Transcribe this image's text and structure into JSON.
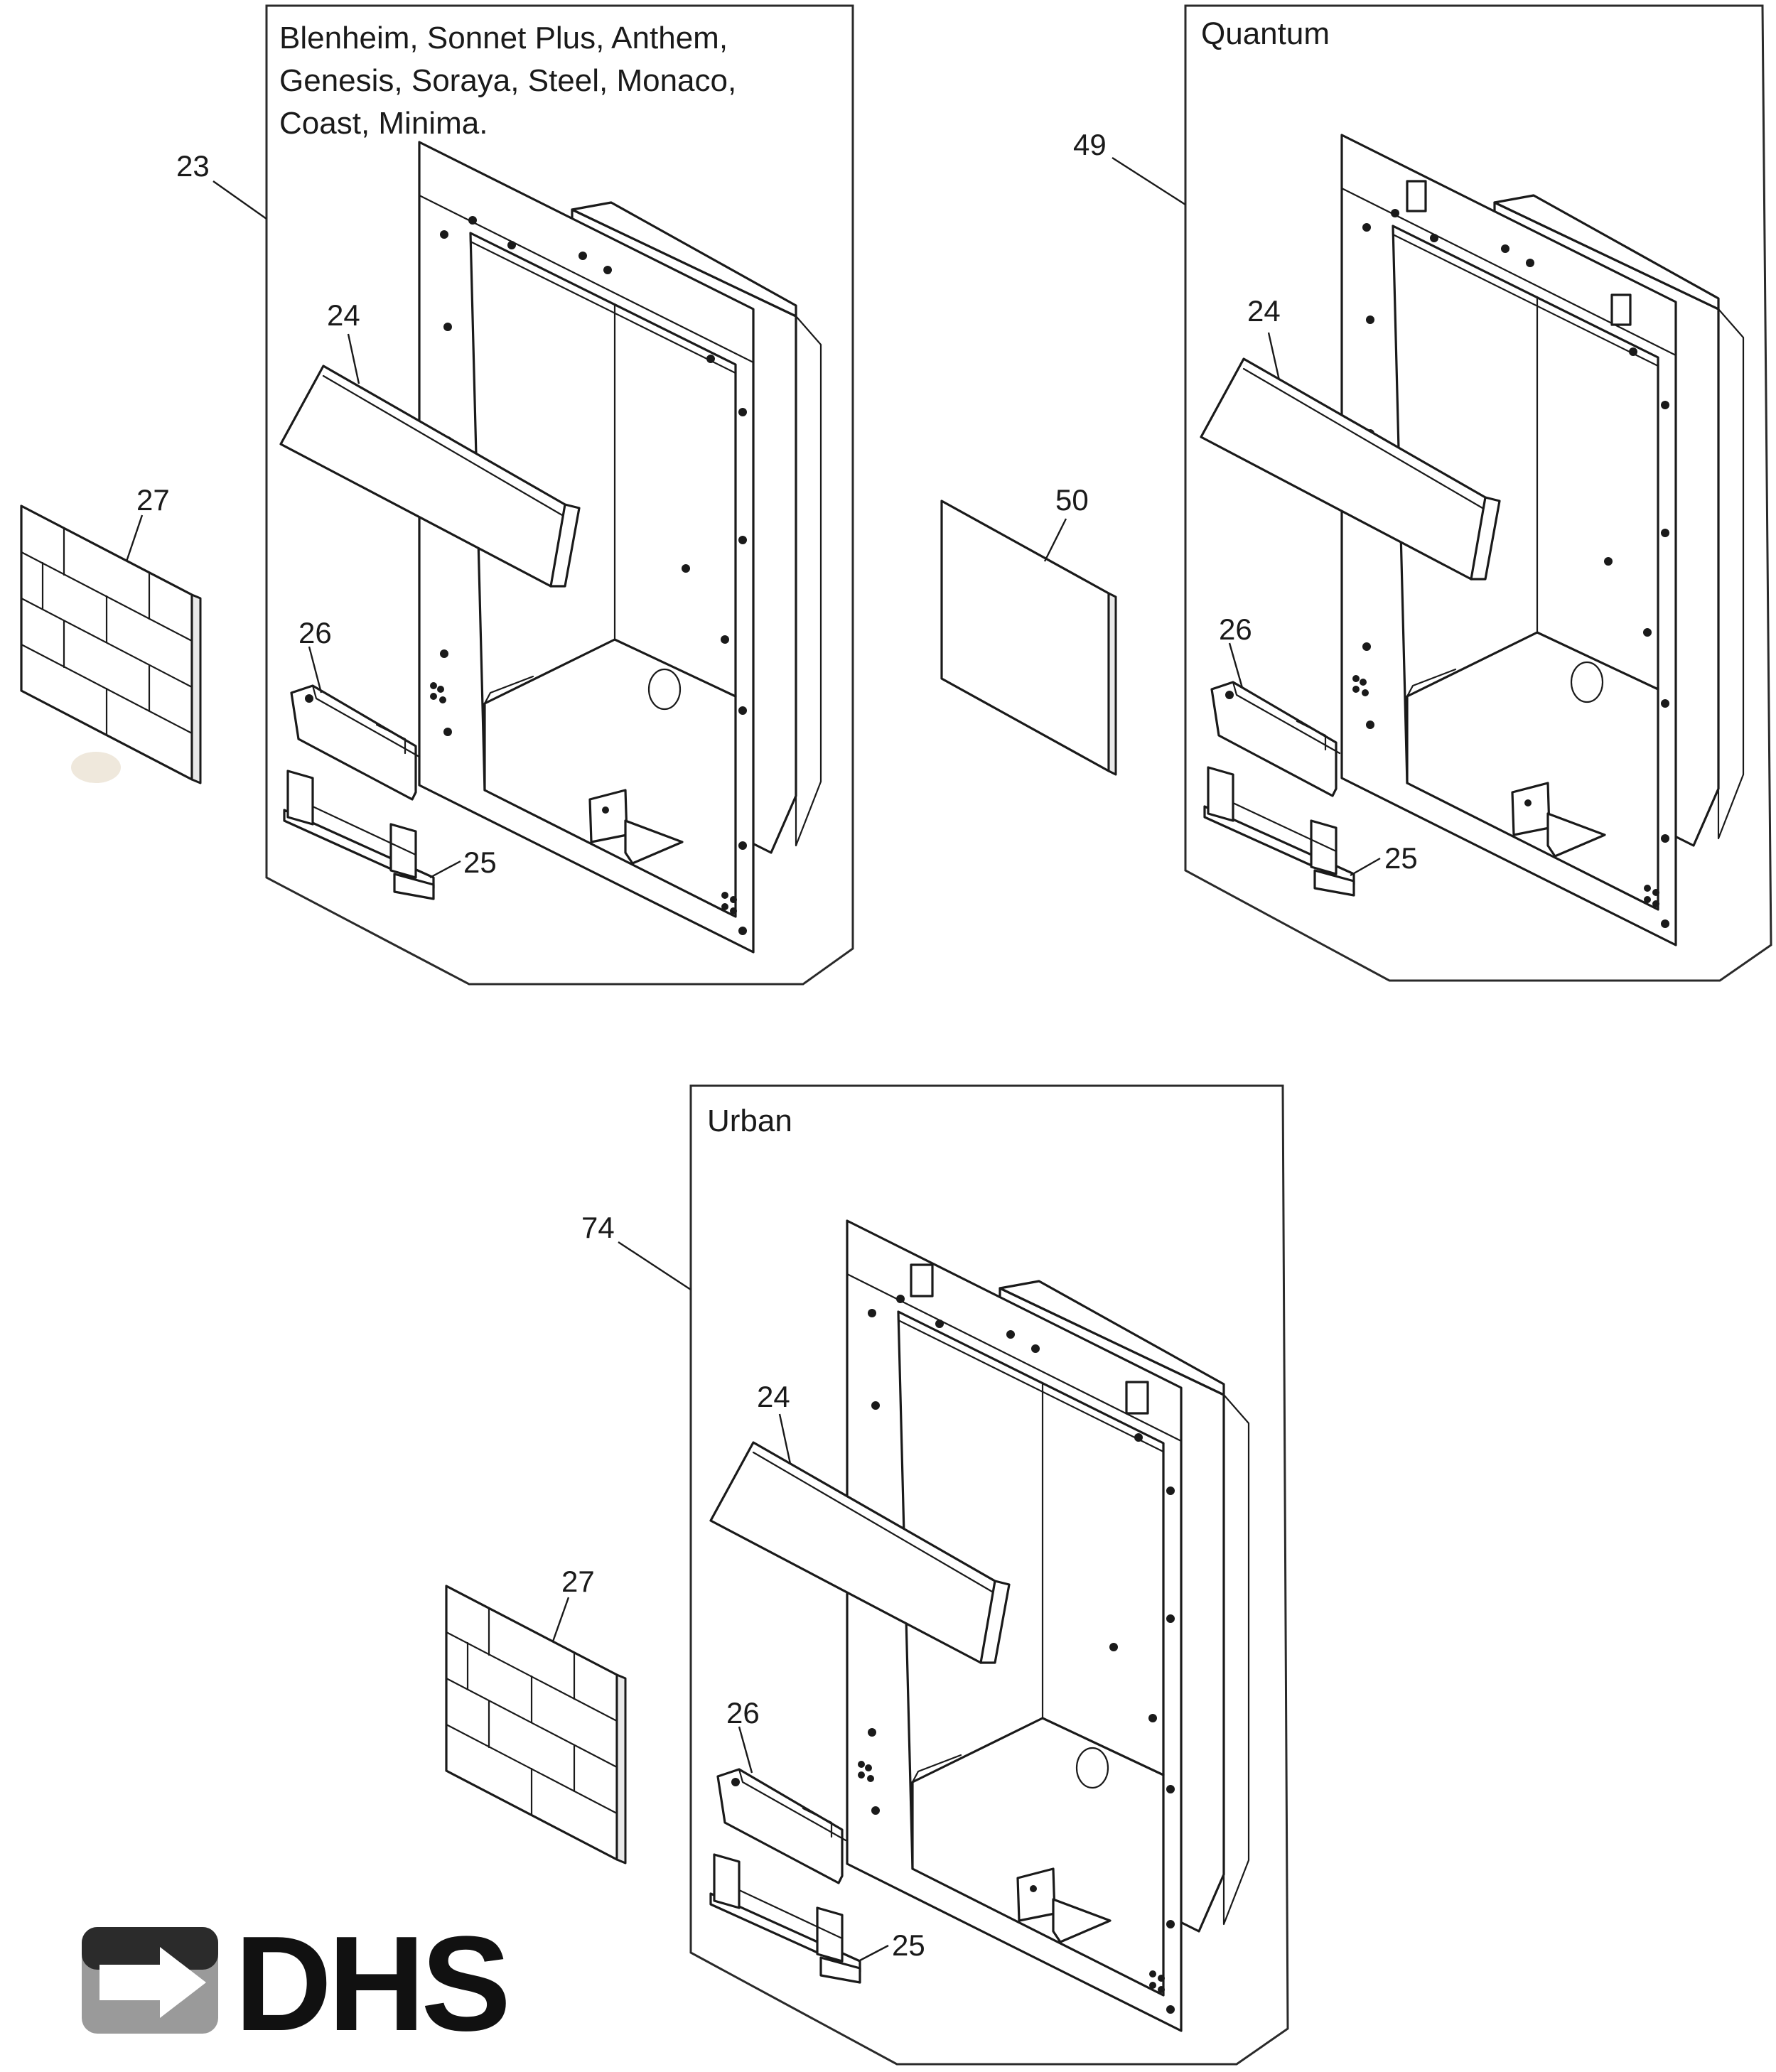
{
  "panels": {
    "left": {
      "title_lines": [
        "Blenheim, Sonnet Plus, Anthem,",
        "Genesis, Soraya, Steel, Monaco,",
        "Coast, Minima."
      ]
    },
    "right": {
      "title": "Quantum"
    },
    "bottom": {
      "title": "Urban"
    }
  },
  "callouts": {
    "c23": "23",
    "c49": "49",
    "c74": "74",
    "c50": "50",
    "c27a": "27",
    "c27b": "27",
    "l24": "24",
    "l26": "26",
    "l25": "25",
    "r24": "24",
    "r26": "26",
    "r25": "25",
    "b24": "24",
    "b26": "26",
    "b25": "25"
  },
  "logo": {
    "text": "DHS",
    "arrow_icon": "arrow-right-icon",
    "accent": "#8a8a8a"
  }
}
